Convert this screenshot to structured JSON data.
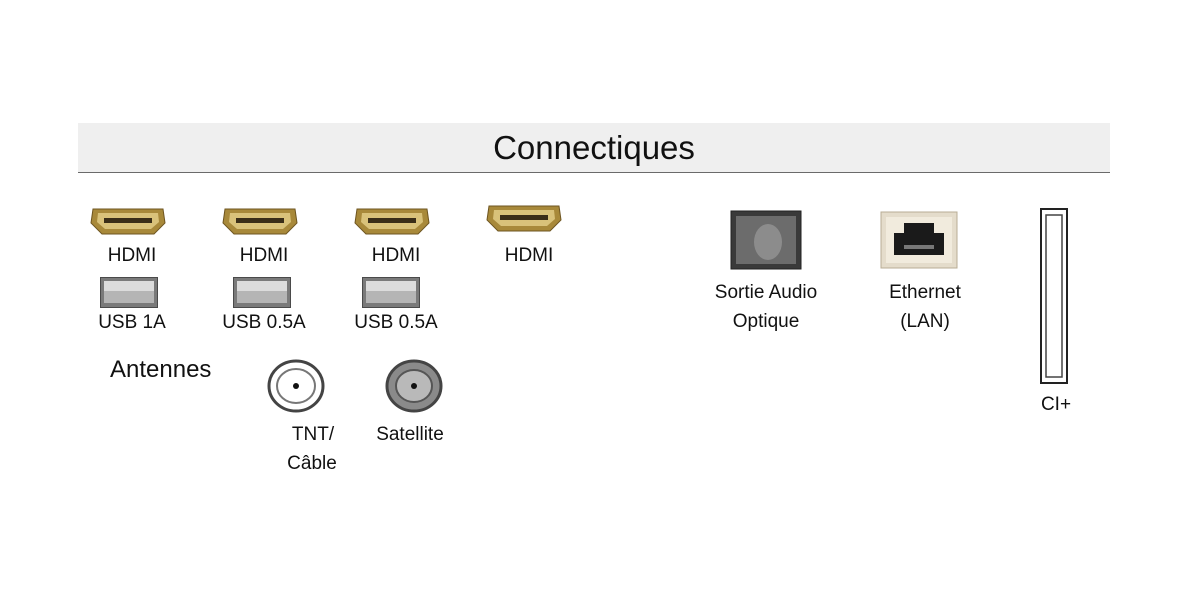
{
  "header": {
    "title": "Connectiques"
  },
  "ports": {
    "hdmi": [
      {
        "label": "HDMI",
        "icon": "hdmi-port-icon"
      },
      {
        "label": "HDMI",
        "icon": "hdmi-port-icon"
      },
      {
        "label": "HDMI",
        "icon": "hdmi-port-icon"
      },
      {
        "label": "HDMI",
        "icon": "hdmi-port-icon"
      }
    ],
    "usb": [
      {
        "label": "USB 1A",
        "icon": "usb-port-icon"
      },
      {
        "label": "USB 0.5A",
        "icon": "usb-port-icon"
      },
      {
        "label": "USB 0.5A",
        "icon": "usb-port-icon"
      }
    ],
    "antennas": {
      "title": "Antennes",
      "items": [
        {
          "label_line1": "TNT/",
          "label_line2": "Câble",
          "icon": "coaxial-port-icon"
        },
        {
          "label_line1": "Satellite",
          "icon": "satellite-port-icon"
        }
      ]
    },
    "optical": {
      "label_line1": "Sortie Audio",
      "label_line2": "Optique",
      "icon": "optical-port-icon"
    },
    "ethernet": {
      "label_line1": "Ethernet",
      "label_line2": "(LAN)",
      "icon": "ethernet-port-icon"
    },
    "ci": {
      "label": "CI+",
      "icon": "ci-slot-icon"
    }
  },
  "colors": {
    "hdmi_gold": "#a8893a",
    "header_bg": "#efefef",
    "text": "#111111"
  }
}
